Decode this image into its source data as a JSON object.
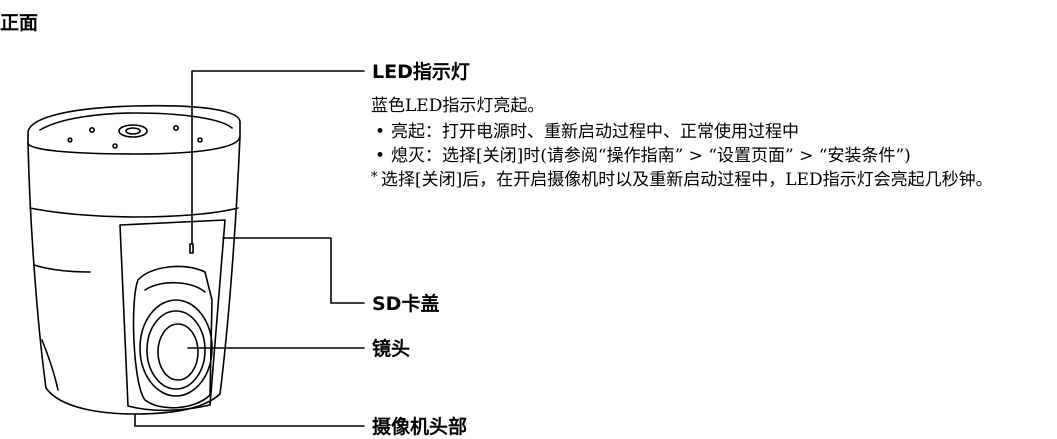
{
  "heading": "正面",
  "callouts": {
    "led": "LED指示灯",
    "sd": "SD卡盖",
    "lens": "镜头",
    "head": "摄像机头部"
  },
  "led_info": {
    "intro": "蓝色LED指示灯亮起。",
    "bullets": [
      "亮起：打开电源时、重新启动过程中、正常使用过程中",
      "熄灭：选择[关闭]时(请参阅“操作指南” > “设置页面” > “安装条件”)"
    ],
    "bullet_char": "•",
    "note_mark": "*",
    "note": "选择[关闭]后，在开启摄像机时以及重新启动过程中，LED指示灯会亮起几秒钟。"
  }
}
